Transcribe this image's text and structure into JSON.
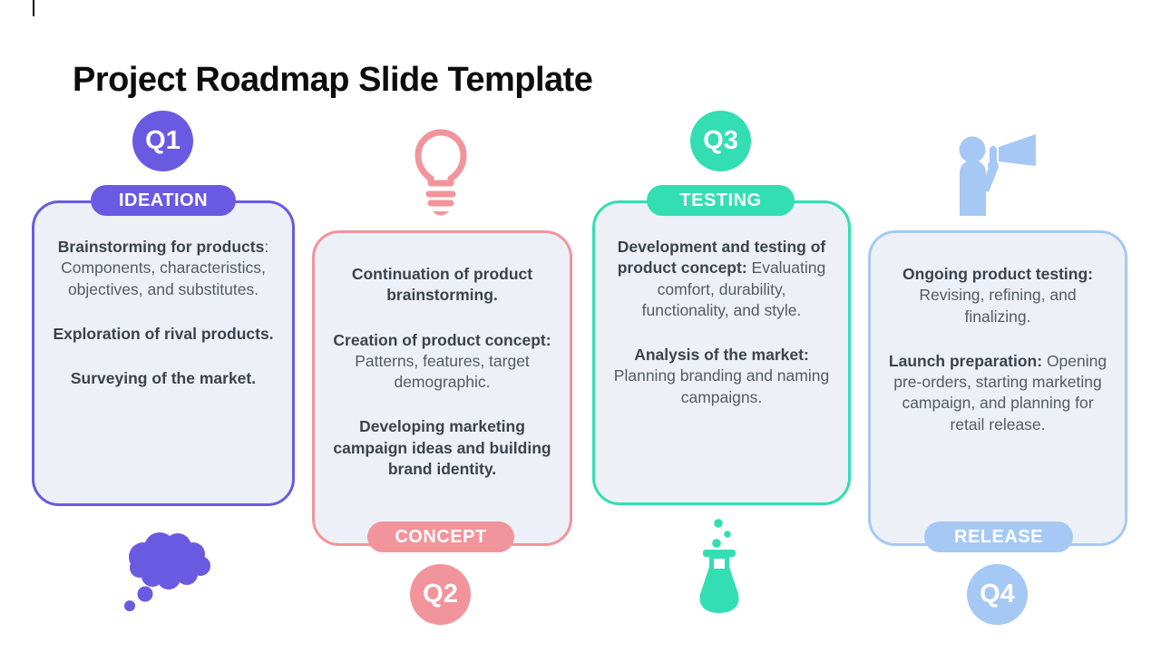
{
  "slide": {
    "title": "Project Roadmap Slide Template"
  },
  "colors": {
    "purple": "#6A5AE1",
    "pink": "#F2949B",
    "teal": "#32DEB2",
    "blue": "#A5C9F4",
    "card_background": "#EDF1F7",
    "text_bold": "#3D434D",
    "text_regular": "#555B63"
  },
  "quarters": [
    {
      "badge": "Q1",
      "stage": "IDEATION",
      "accent": "#6A5AE1",
      "icon": "thought-cloud-icon",
      "paragraphs": [
        {
          "segments": [
            {
              "bold": true,
              "text": "Brainstorming for products"
            },
            {
              "bold": false,
              "text": ": Components, characteristics, objectives, and substitutes."
            }
          ]
        },
        {
          "segments": [
            {
              "bold": true,
              "text": "Exploration of rival products."
            }
          ]
        },
        {
          "segments": [
            {
              "bold": true,
              "text": "Surveying of the market."
            }
          ]
        }
      ]
    },
    {
      "badge": "Q2",
      "stage": "CONCEPT",
      "accent": "#F2949B",
      "icon": "lightbulb-icon",
      "paragraphs": [
        {
          "segments": [
            {
              "bold": true,
              "text": "Continuation of product brainstorming."
            }
          ]
        },
        {
          "segments": [
            {
              "bold": true,
              "text": "Creation of product concept:"
            },
            {
              "bold": false,
              "text": " Patterns, features, target demographic."
            }
          ]
        },
        {
          "segments": [
            {
              "bold": true,
              "text": "Developing marketing campaign ideas and building brand identity."
            }
          ]
        }
      ]
    },
    {
      "badge": "Q3",
      "stage": "TESTING",
      "accent": "#32DEB2",
      "icon": "flask-icon",
      "paragraphs": [
        {
          "segments": [
            {
              "bold": true,
              "text": "Development and testing of product concept:"
            },
            {
              "bold": false,
              "text": " Evaluating comfort, durability, functionality, and style."
            }
          ]
        },
        {
          "segments": [
            {
              "bold": true,
              "text": "Analysis of the market:"
            },
            {
              "bold": false,
              "text": " Planning branding and naming campaigns."
            }
          ]
        }
      ]
    },
    {
      "badge": "Q4",
      "stage": "RELEASE",
      "accent": "#A5C9F4",
      "icon": "megaphone-person-icon",
      "paragraphs": [
        {
          "segments": [
            {
              "bold": true,
              "text": "Ongoing product testing:"
            },
            {
              "bold": false,
              "text": " Revising, refining, and finalizing."
            }
          ]
        },
        {
          "segments": [
            {
              "bold": true,
              "text": "Launch preparation:"
            },
            {
              "bold": false,
              "text": " Opening pre-orders, starting marketing campaign, and planning for retail release."
            }
          ]
        }
      ]
    }
  ]
}
